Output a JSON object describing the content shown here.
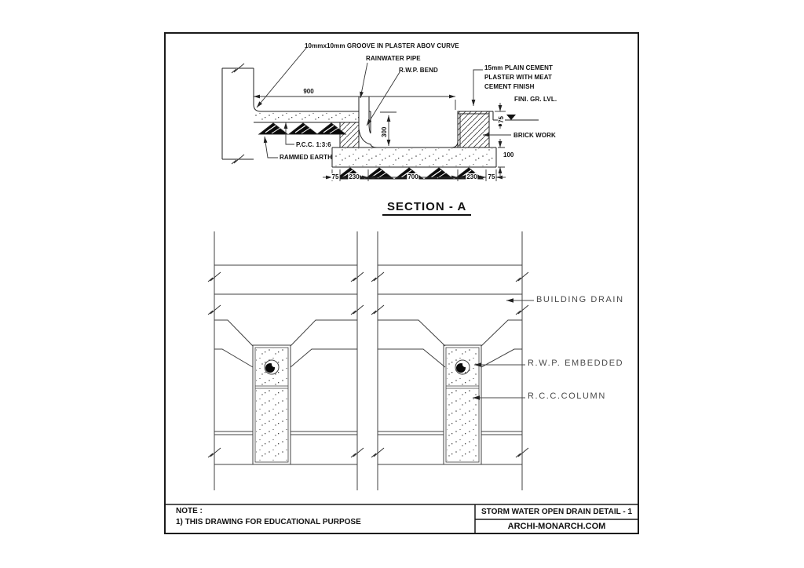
{
  "section": {
    "title": "SECTION - A",
    "labels": {
      "groove": "10mmx10mm GROOVE IN PLASTER ABOV CURVE",
      "rainwater_pipe": "RAINWATER PIPE",
      "rwp_bend": "R.W.P. BEND",
      "plaster_l1": "15mm PLAIN CEMENT",
      "plaster_l2": "PLASTER WITH MEAT",
      "plaster_l3": "CEMENT FINISH",
      "fini_gr_lvl": "FINI. GR. LVL.",
      "brick_work": "BRICK WORK",
      "pcc": "P.C.C. 1:3:6",
      "rammed_earth": "RAMMED EARTH"
    },
    "dims": {
      "top_width": "900",
      "drain_depth": "300",
      "curb_height": "75",
      "slab_thickness": "100",
      "bottom": [
        "75",
        "230",
        "700",
        "230",
        "75"
      ]
    }
  },
  "plan": {
    "labels": {
      "building_drain": "BUILDING DRAIN",
      "rwp_embedded": "R.W.P. EMBEDDED",
      "rcc_column": "R.C.C.COLUMN"
    }
  },
  "title_block": {
    "note_title": "NOTE :",
    "note_line": "1) THIS DRAWING FOR EDUCATIONAL PURPOSE",
    "drawing_title": "STORM WATER OPEN DRAIN DETAIL - 1",
    "website": "ARCHI-MONARCH.COM"
  },
  "colors": {
    "line": "#1f1f1f",
    "plan_line": "#404040",
    "text": "#111111",
    "plan_text": "#4a4a4a"
  }
}
